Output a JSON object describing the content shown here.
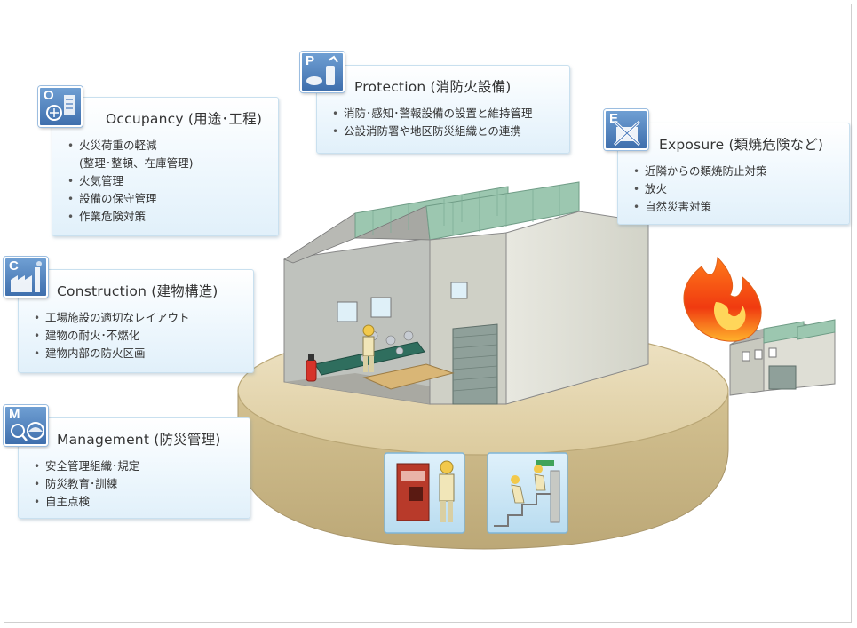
{
  "cards": {
    "occupancy": {
      "letter": "O",
      "title": "Occupancy (用途･工程)",
      "items": [
        "火災荷重の軽減",
        "(整理･整頓、在庫管理)",
        "火気管理",
        "設備の保守管理",
        "作業危険対策"
      ]
    },
    "protection": {
      "letter": "P",
      "title": "Protection (消防火設備)",
      "items": [
        "消防･感知･警報設備の設置と維持管理",
        "公設消防署や地区防災組織との連携"
      ]
    },
    "exposure": {
      "letter": "E",
      "title": "Exposure (類焼危険など)",
      "items": [
        "近隣からの類焼防止対策",
        "放火",
        "自然災害対策"
      ]
    },
    "construction": {
      "letter": "C",
      "title": "Construction (建物構造)",
      "items": [
        "工場施設の適切なレイアウト",
        "建物の耐火･不燃化",
        "建物内部の防火区画"
      ]
    },
    "management": {
      "letter": "M",
      "title": "Management (防災管理)",
      "items": [
        "安全管理組織･規定",
        "防災教育･訓練",
        "自主点検"
      ]
    }
  },
  "colors": {
    "badge": "#4a7bbd",
    "platform": "#e3d6b4",
    "fire": "#f04a1a",
    "roof": "#9cc7b0"
  }
}
